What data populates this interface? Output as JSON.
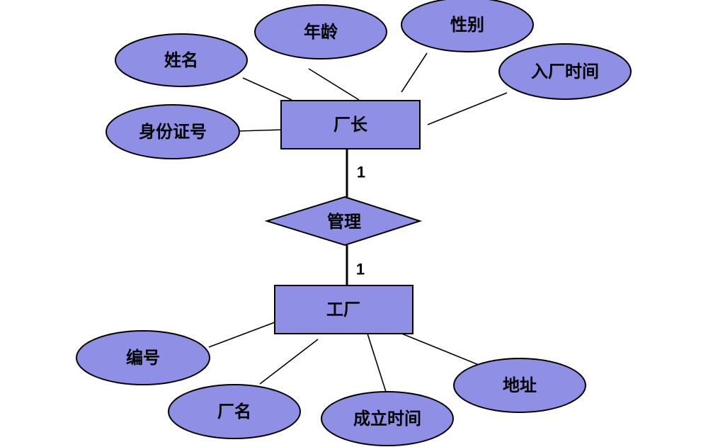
{
  "colors": {
    "node_fill": "#8f8fe6",
    "stroke": "#000000",
    "background": "#ffffff"
  },
  "entities": {
    "manager": "厂长",
    "factory": "工厂"
  },
  "relationship": {
    "label": "管理",
    "cardinality_manager": "1",
    "cardinality_factory": "1"
  },
  "manager_attributes": {
    "name": "姓名",
    "age": "年龄",
    "gender": "性别",
    "join_date": "入厂时间",
    "id_number": "身份证号"
  },
  "factory_attributes": {
    "number": "编号",
    "factory_name": "厂名",
    "established": "成立时间",
    "address": "地址"
  }
}
